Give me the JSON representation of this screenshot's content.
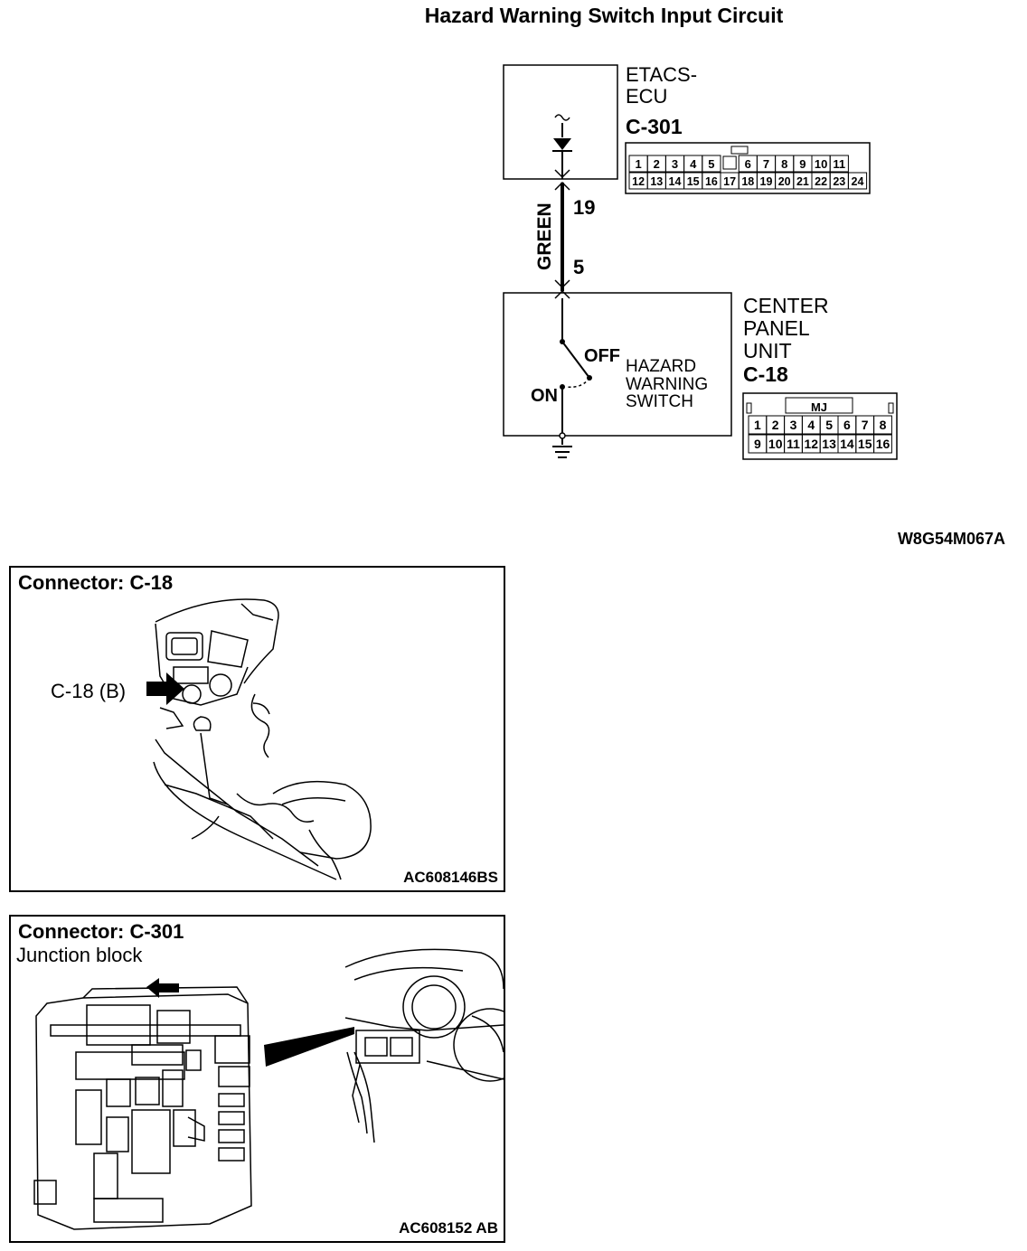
{
  "title": "Hazard Warning Switch Input Circuit",
  "ecu": {
    "name_line1": "ETACS-",
    "name_line2": "ECU",
    "connector": "C-301",
    "pins_row1": [
      "1",
      "2",
      "3",
      "4",
      "5",
      "",
      "6",
      "7",
      "8",
      "9",
      "10",
      "11"
    ],
    "pins_row2": [
      "12",
      "13",
      "14",
      "15",
      "16",
      "17",
      "18",
      "19",
      "20",
      "21",
      "22",
      "23",
      "24"
    ]
  },
  "wire": {
    "color": "GREEN",
    "pin_top": "19",
    "pin_bottom": "5"
  },
  "center_panel": {
    "line1": "CENTER",
    "line2": "PANEL",
    "line3": "UNIT",
    "connector": "C-18",
    "key_label": "MJ",
    "pins_row1": [
      "1",
      "2",
      "3",
      "4",
      "5",
      "6",
      "7",
      "8"
    ],
    "pins_row2": [
      "9",
      "10",
      "11",
      "12",
      "13",
      "14",
      "15",
      "16"
    ]
  },
  "switch": {
    "off_label": "OFF",
    "on_label": "ON",
    "name_line1": "HAZARD",
    "name_line2": "WARNING",
    "name_line3": "SWITCH"
  },
  "diagram_code": "W8G54M067A",
  "panel1": {
    "title": "Connector: C-18",
    "callout": "C-18 (B)",
    "code": "AC608146BS"
  },
  "panel2": {
    "title": "Connector: C-301",
    "subtitle": "Junction block",
    "code": "AC608152 AB"
  }
}
